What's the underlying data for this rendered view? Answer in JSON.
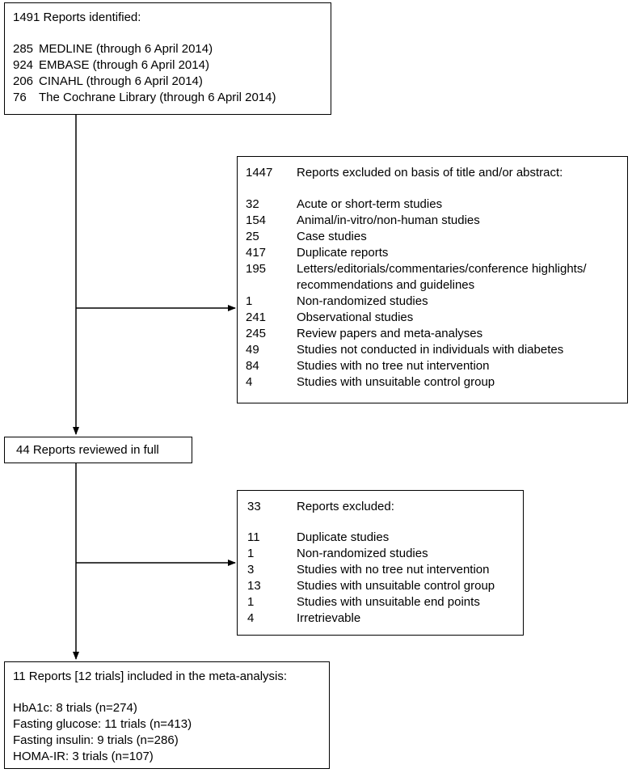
{
  "identified": {
    "header": "1491 Reports identified:",
    "sources": [
      {
        "count": "285",
        "label": "MEDLINE (through 6 April 2014)"
      },
      {
        "count": "924",
        "label": "EMBASE (through 6 April 2014)"
      },
      {
        "count": "206",
        "label": "CINAHL (through 6 April 2014)"
      },
      {
        "count": "76",
        "label": "The Cochrane Library (through 6 April 2014)"
      }
    ]
  },
  "excluded_title": {
    "header_count": "1447",
    "header_label": "Reports excluded on basis of title and/or abstract:",
    "items": [
      {
        "count": "32",
        "label": "Acute or short-term studies"
      },
      {
        "count": "154",
        "label": "Animal/in-vitro/non-human studies"
      },
      {
        "count": "25",
        "label": "Case studies"
      },
      {
        "count": "417",
        "label": "Duplicate reports"
      },
      {
        "count": "195",
        "label": "Letters/editorials/commentaries/conference highlights/"
      },
      {
        "count": "",
        "label": " recommendations and guidelines"
      },
      {
        "count": "1",
        "label": "Non-randomized studies"
      },
      {
        "count": "241",
        "label": "Observational studies"
      },
      {
        "count": "245",
        "label": "Review papers and meta-analyses"
      },
      {
        "count": "49",
        "label": "Studies not conducted in individuals with diabetes"
      },
      {
        "count": "84",
        "label": "Studies with no tree nut intervention"
      },
      {
        "count": "4",
        "label": "Studies with unsuitable control group"
      }
    ]
  },
  "reviewed": {
    "label": "44 Reports reviewed in full"
  },
  "excluded_full": {
    "header_count": "33",
    "header_label": "Reports excluded:",
    "items": [
      {
        "count": "11",
        "label": "Duplicate studies"
      },
      {
        "count": "1",
        "label": "Non-randomized studies"
      },
      {
        "count": "3",
        "label": "Studies with no tree nut intervention"
      },
      {
        "count": "13",
        "label": "Studies with unsuitable control group"
      },
      {
        "count": "1",
        "label": "Studies with unsuitable end points"
      },
      {
        "count": "4",
        "label": "Irretrievable"
      }
    ]
  },
  "included": {
    "header": "11 Reports [12 trials] included in the meta-analysis:",
    "outcomes": [
      "HbA1c: 8 trials (n=274)",
      "Fasting glucose: 11 trials (n=413)",
      "Fasting insulin: 9 trials (n=286)",
      "HOMA-IR: 3 trials (n=107)"
    ]
  }
}
